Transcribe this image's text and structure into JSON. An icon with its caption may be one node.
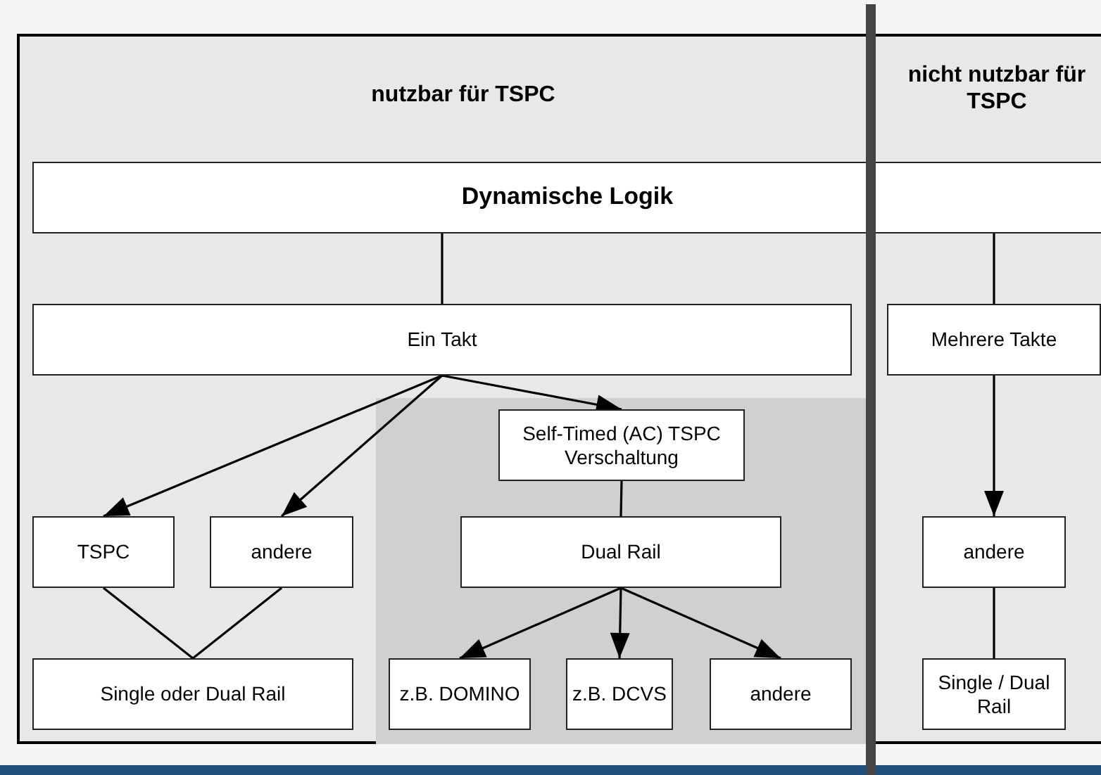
{
  "diagram": {
    "nodes": [
      {
        "text": [
          "nutzbar für TSPC",
          "nicht nutzbar für TSPC"
        ]
      },
      {
        "text": [
          "Dynamische Logik"
        ],
        "in": 0
      },
      {
        "text": [
          "Ein Takt"
        ],
        "in": 0
      },
      {
        "text": [
          "Mehrere Takte"
        ],
        "in": 0
      },
      {
        "text": [
          "Self-Timed (AC) TSPC Verschaltung"
        ],
        "in": 0
      },
      {
        "text": [
          "TSPC"
        ],
        "in": 0
      },
      {
        "text": [
          "andere"
        ],
        "in": 0
      },
      {
        "text": [
          "Dual Rail"
        ],
        "in": 0
      },
      {
        "text": [
          "andere"
        ],
        "in": 0
      },
      {
        "text": [
          "Single oder Dual Rail"
        ],
        "in": 0
      },
      {
        "text": [
          "z.B. DOMINO"
        ],
        "in": 0
      },
      {
        "text": [
          "z.B. DCVS"
        ],
        "in": 0
      },
      {
        "text": [
          "andere"
        ],
        "in": 0
      },
      {
        "text": [
          "Single / Dual Rail"
        ],
        "in": 0
      }
    ],
    "edges": [
      {
        "from": 1,
        "to": 2,
        "arrow": "none"
      },
      {
        "from": 1,
        "to": 3,
        "arrow": "none"
      },
      {
        "from": 2,
        "to": 4,
        "arrow": "to"
      },
      {
        "from": 2,
        "to": 5,
        "arrow": "to"
      },
      {
        "from": 2,
        "to": 6,
        "arrow": "to"
      },
      {
        "from": 3,
        "to": 8,
        "arrow": "to"
      },
      {
        "from": 4,
        "to": 7,
        "arrow": "none"
      },
      {
        "from": 5,
        "to": 9,
        "arrow": "none"
      },
      {
        "from": 6,
        "to": 9,
        "arrow": "none"
      },
      {
        "from": 7,
        "to": 10,
        "arrow": "to"
      },
      {
        "from": 7,
        "to": 11,
        "arrow": "to"
      },
      {
        "from": 7,
        "to": 12,
        "arrow": "to"
      },
      {
        "from": 8,
        "to": 13,
        "arrow": "none"
      }
    ]
  }
}
